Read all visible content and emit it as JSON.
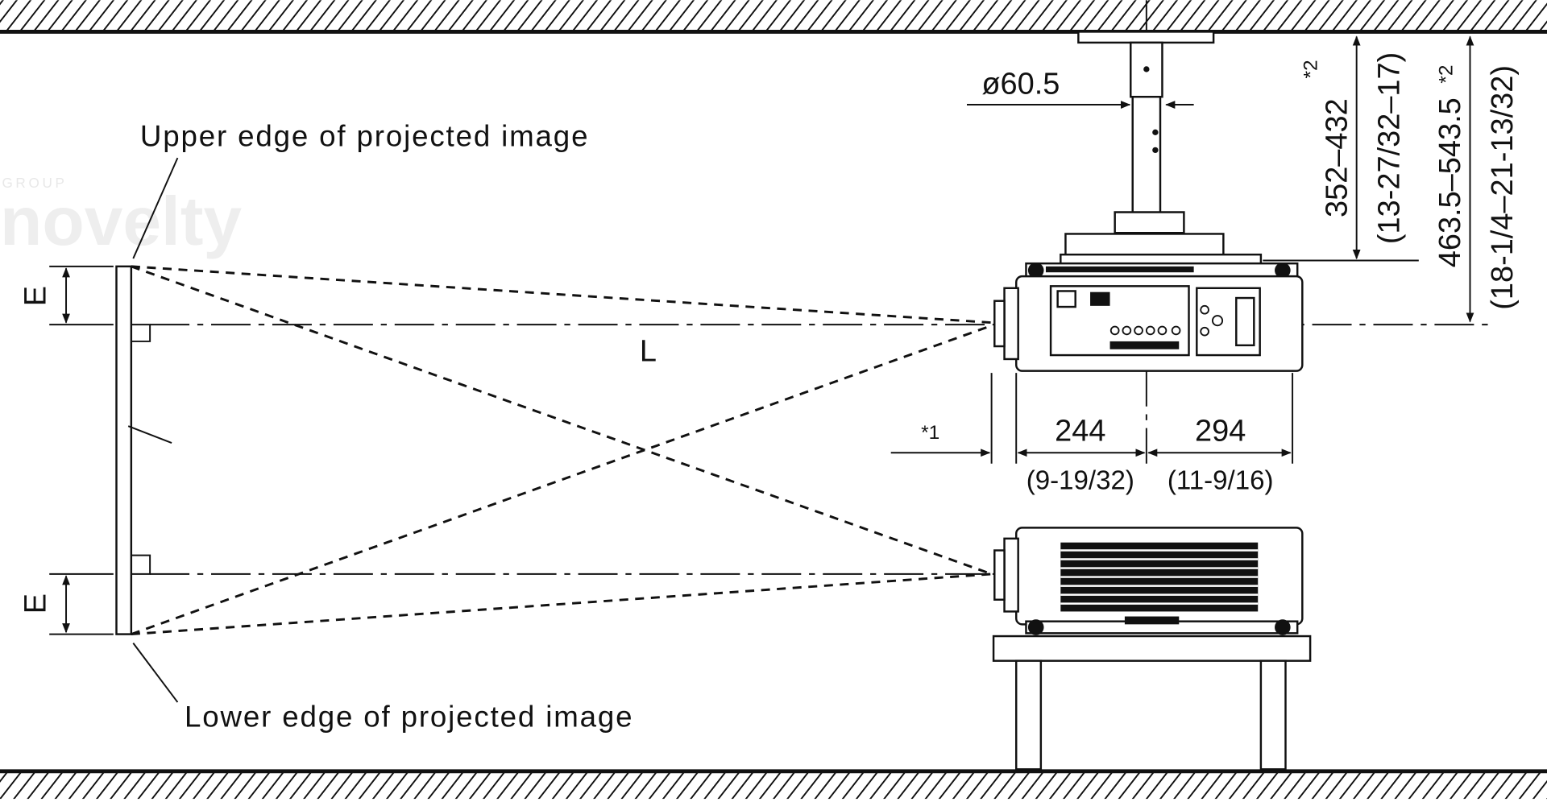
{
  "labels": {
    "upper_edge": "Upper edge of projected image",
    "lower_edge": "Lower edge of projected image",
    "e_top": "E",
    "e_bottom": "E",
    "distance": "L",
    "watermark": "novelty",
    "watermark_small": "GROUP"
  },
  "dimensions": {
    "pole_diameter": "ø60.5",
    "mount_height": "352–432",
    "mount_height_in": "(13-27/32–17)",
    "mount_height_note": "*2",
    "center_height": "463.5–543.5",
    "center_height_note": "*2",
    "center_height_in": "(18-1/4–21-13/32)",
    "lens_offset_note": "*1",
    "front_depth": "244",
    "front_depth_in": "(9-19/32)",
    "rear_depth": "294",
    "rear_depth_in": "(11-9/16)"
  }
}
